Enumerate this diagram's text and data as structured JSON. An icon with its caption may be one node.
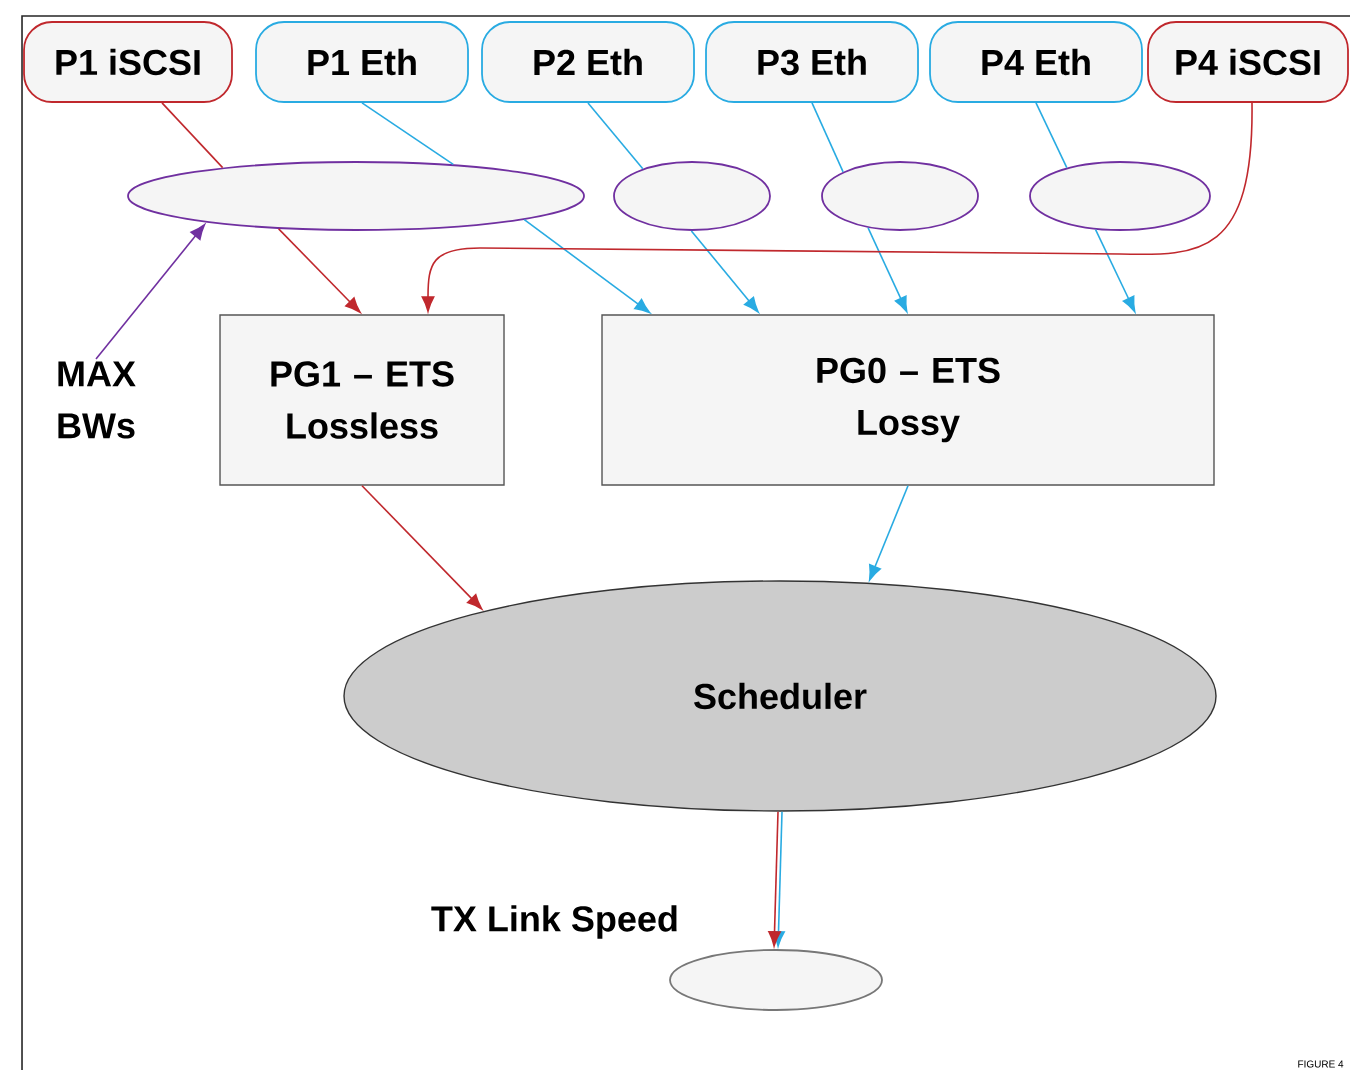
{
  "diagram": {
    "nodes": [
      {
        "text": [
          "P1 iSCSI"
        ]
      },
      {
        "text": [
          "P1 Eth"
        ]
      },
      {
        "text": [
          "P2 Eth"
        ]
      },
      {
        "text": [
          "P3 Eth"
        ]
      },
      {
        "text": [
          "P4 Eth"
        ]
      },
      {
        "text": [
          "P4 iSCSI"
        ]
      },
      {
        "text": [],
        "shape": "ellipse"
      },
      {
        "text": [],
        "shape": "ellipse"
      },
      {
        "text": [],
        "shape": "ellipse"
      },
      {
        "text": [],
        "shape": "ellipse"
      },
      {
        "text": [
          "PG1 – ETS Lossless"
        ]
      },
      {
        "text": [
          "PG0 – ETS Lossy"
        ]
      },
      {
        "text": [
          "Scheduler"
        ]
      },
      {
        "text": [],
        "shape": "ellipse",
        "beside": [
          "TX Link Speed"
        ]
      },
      {
        "text": [
          "MAX BWs"
        ]
      }
    ],
    "edges": [
      {
        "from": 0,
        "to": 6,
        "arrow": "none",
        "color": "#c0282d"
      },
      {
        "from": 6,
        "to": 10,
        "arrow": "to",
        "color": "#c0282d"
      },
      {
        "from": 1,
        "to": 6,
        "arrow": "none"
      },
      {
        "from": 6,
        "to": 11,
        "arrow": "to"
      },
      {
        "from": 2,
        "to": 7,
        "arrow": "none"
      },
      {
        "from": 7,
        "to": 11,
        "arrow": "to"
      },
      {
        "from": 3,
        "to": 8,
        "arrow": "none"
      },
      {
        "from": 8,
        "to": 11,
        "arrow": "to"
      },
      {
        "from": 4,
        "to": 9,
        "arrow": "none"
      },
      {
        "from": 9,
        "to": 11,
        "arrow": "to"
      },
      {
        "from": 5,
        "to": 10,
        "arrow": "to",
        "color": "#c0282d"
      },
      {
        "from": 10,
        "to": 12,
        "arrow": "to",
        "color": "#c0282d"
      },
      {
        "from": 11,
        "to": 12,
        "arrow": "to"
      },
      {
        "from": 12,
        "to": 13,
        "arrow": "to"
      },
      {
        "from": 12,
        "to": 13,
        "arrow": "to",
        "color": "#c0282d"
      },
      {
        "from": 14,
        "to": 6,
        "arrow": "to",
        "color": "#7030a0"
      }
    ],
    "labels": [
      "FIGURE 4"
    ]
  }
}
